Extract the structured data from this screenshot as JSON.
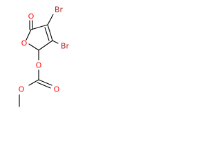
{
  "molecule": {
    "atoms": {
      "ring_oxygen": {
        "label": "O",
        "color": "#ff0d0d"
      },
      "carbonyl_oxygen": {
        "label": "O",
        "color": "#ff0d0d"
      },
      "ester_oxygen": {
        "label": "O",
        "color": "#ff0d0d"
      },
      "carbonate_carbonyl_oxygen": {
        "label": "O",
        "color": "#ff0d0d"
      },
      "methoxy_oxygen": {
        "label": "O",
        "color": "#ff0d0d"
      },
      "bromine_top": {
        "label": "Br",
        "color": "#a62929"
      },
      "bromine_right": {
        "label": "Br",
        "color": "#a62929"
      }
    },
    "bond_color": "#000000"
  }
}
